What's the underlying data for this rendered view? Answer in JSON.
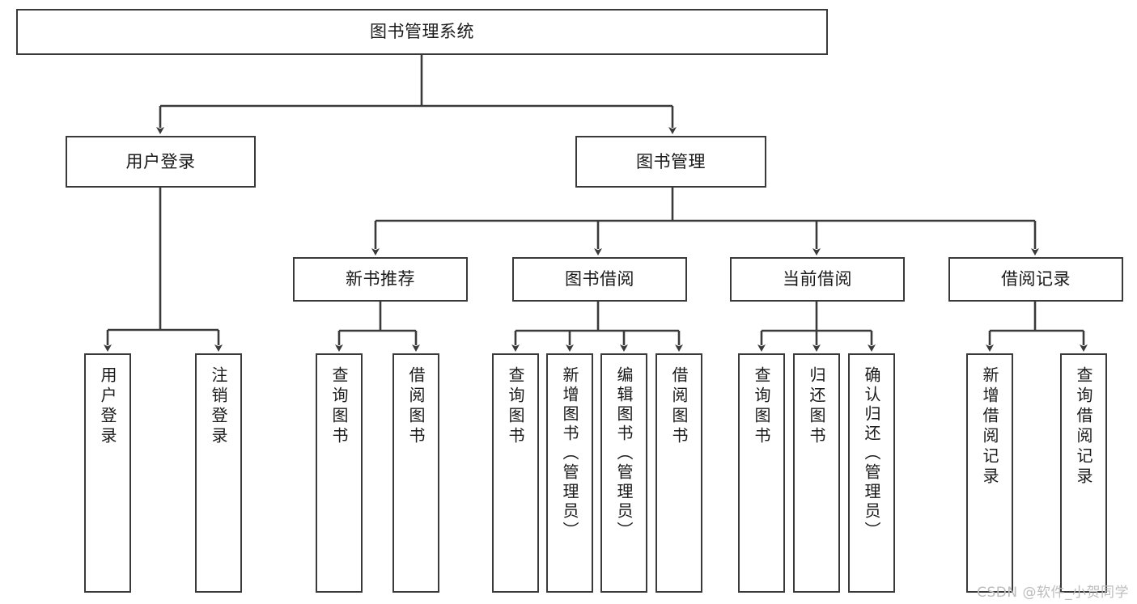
{
  "diagram": {
    "title": "图书管理系统",
    "type": "tree-hierarchy-diagram",
    "colors": {
      "box_border": "#3a3a3a",
      "box_fill": "#ffffff",
      "connector": "#3a3a3a",
      "text": "#1a1a1a",
      "watermark": "#bdbdbd",
      "background": "#ffffff"
    },
    "root": {
      "id": "root",
      "label": "图书管理系统"
    },
    "level2": [
      {
        "id": "user-login",
        "label": "用户登录"
      },
      {
        "id": "book-management",
        "label": "图书管理"
      }
    ],
    "level3": [
      {
        "id": "new-book-recommend",
        "label": "新书推荐",
        "parent": "book-management"
      },
      {
        "id": "book-borrow",
        "label": "图书借阅",
        "parent": "book-management"
      },
      {
        "id": "current-borrow",
        "label": "当前借阅",
        "parent": "book-management"
      },
      {
        "id": "borrow-record",
        "label": "借阅记录",
        "parent": "book-management"
      }
    ],
    "leaves": {
      "user-login": [
        {
          "id": "leaf-user-login",
          "label": "用户登录"
        },
        {
          "id": "leaf-logout-login",
          "label": "注销登录"
        }
      ],
      "new-book-recommend": [
        {
          "id": "leaf-query-book-1",
          "label": "查询图书"
        },
        {
          "id": "leaf-borrow-book-1",
          "label": "借阅图书"
        }
      ],
      "book-borrow": [
        {
          "id": "leaf-query-book-2",
          "label": "查询图书"
        },
        {
          "id": "leaf-add-book-admin",
          "label": "新增图书（管理员）"
        },
        {
          "id": "leaf-edit-book-admin",
          "label": "编辑图书（管理员）"
        },
        {
          "id": "leaf-borrow-book-2",
          "label": "借阅图书"
        }
      ],
      "current-borrow": [
        {
          "id": "leaf-query-book-3",
          "label": "查询图书"
        },
        {
          "id": "leaf-return-book",
          "label": "归还图书"
        },
        {
          "id": "leaf-confirm-return-admin",
          "label": "确认归还（管理员）"
        }
      ],
      "borrow-record": [
        {
          "id": "leaf-add-borrow-record",
          "label": "新增借阅记录"
        },
        {
          "id": "leaf-query-borrow-record",
          "label": "查询借阅记录"
        }
      ]
    }
  },
  "watermark": {
    "text": "CSDN @软件_小贺同学"
  }
}
